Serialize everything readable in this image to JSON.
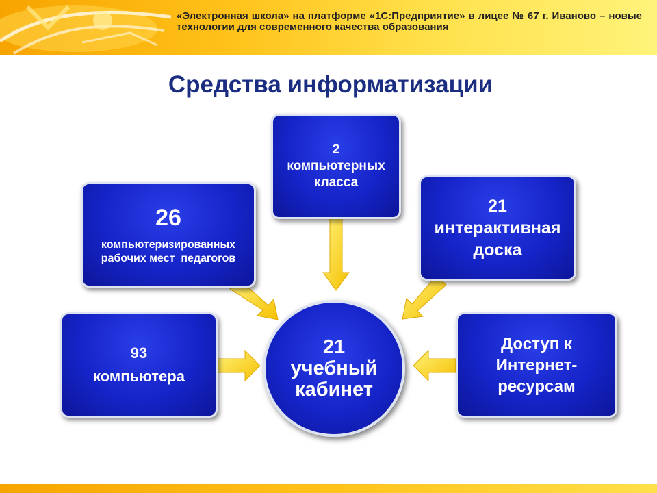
{
  "header": {
    "text": "«Электронная школа» на платформе «1С:Предприятие» в лицее № 67 г. Иваново – новые технологии для современного качества образования"
  },
  "title": "Средства информатизации",
  "center": {
    "line1": "21",
    "line2": "учебный",
    "line3": "кабинет"
  },
  "nodes": {
    "classes": {
      "line1": "2",
      "line2": "компьютерных",
      "line3": "класса"
    },
    "workplaces": {
      "line1": "26",
      "line2": "компьютеризированных",
      "line3": "рабочих мест  педагогов"
    },
    "boards": {
      "line1": "21",
      "line2": "интерактивная",
      "line3": "доска"
    },
    "computers": {
      "line1": "93",
      "line2": "компьютера"
    },
    "internet": {
      "line1": "Доступ к",
      "line2": "Интернет-",
      "line3": "ресурсам"
    }
  },
  "colors": {
    "box_fill": "#1524c8",
    "box_border": "#dde3f0",
    "arrow": "#ffd21a",
    "title": "#1a2d80",
    "header_bar": "#ffc21a"
  }
}
